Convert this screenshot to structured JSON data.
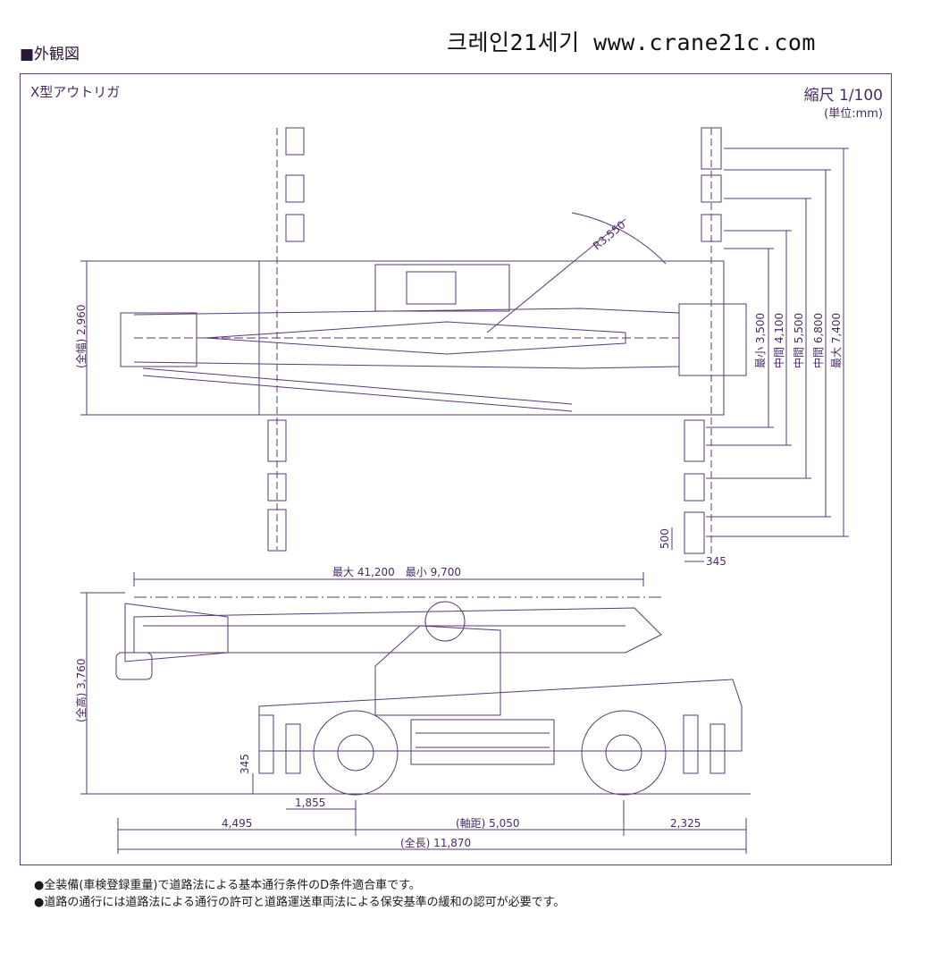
{
  "header": {
    "section_title": "■外観図",
    "brand": "크레인21세기 www.crane21c.com"
  },
  "figure": {
    "outrigger_type": "X型アウトリガ",
    "scale": "縮尺 1/100",
    "unit": "(単位:mm)"
  },
  "top_view": {
    "radius_label": "R3,550",
    "width_label": "(全幅) 2,960",
    "outrigger_min": "最小 3,500",
    "outrigger_mid1": "中間 4,100",
    "outrigger_mid2": "中間 5,500",
    "outrigger_mid3": "中間 6,800",
    "outrigger_max": "最大 7,400",
    "pad_500": "500",
    "pad_345": "345"
  },
  "side_view": {
    "boom_length": "最大 41,200　最小 9,700",
    "height_label": "(全高) 3,760",
    "ground_345": "345",
    "dim_1855": "1,855",
    "front_overhang": "4,495",
    "wheelbase": "(軸距) 5,050",
    "rear_overhang": "2,325",
    "overall_length": "(全長) 11,870"
  },
  "notes": [
    "●全装備(車検登録重量)で道路法による基本通行条件のD条件適合車です。",
    "●道路の通行には道路法による通行の許可と道路運送車両法による保安基準の緩和の認可が必要です。"
  ],
  "colors": {
    "line": "#5a3a78",
    "text": "#4a2a66"
  }
}
